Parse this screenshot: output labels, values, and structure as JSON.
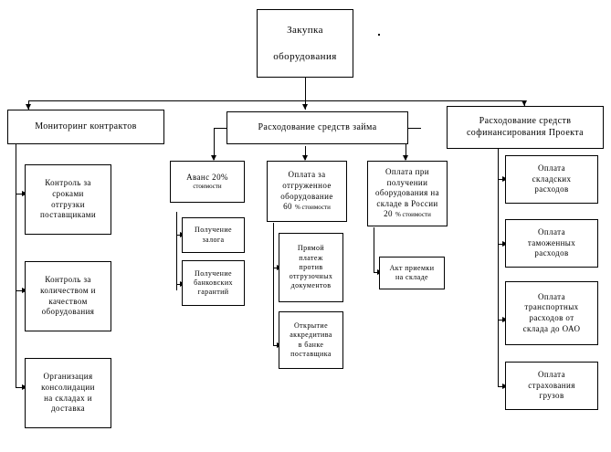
{
  "diagram": {
    "type": "org-flowchart",
    "language": "ru",
    "title_node": {
      "id": "root",
      "lines": [
        "Закупка",
        "оборудования"
      ]
    },
    "level2": [
      {
        "id": "monitoring",
        "lines": [
          "Мониторинг контрактов"
        ]
      },
      {
        "id": "loan-funds",
        "lines": [
          "Расходование средств займа"
        ]
      },
      {
        "id": "cofinancing",
        "lines": [
          "Расходование средств",
          "софинансирования Проекта"
        ]
      }
    ],
    "monitoring_children": [
      {
        "id": "mon-1",
        "lines": [
          "Контроль за",
          "сроками",
          "отгрузки",
          "поставщиками"
        ]
      },
      {
        "id": "mon-2",
        "lines": [
          "Контроль за",
          "количеством и",
          "качеством",
          "оборудования"
        ]
      },
      {
        "id": "mon-3",
        "lines": [
          "Организация",
          "консолидации",
          "на складах и",
          "доставка"
        ]
      }
    ],
    "loan_children": [
      {
        "id": "loan-advance",
        "lines": [
          "Аванс 20%"
        ],
        "sub_line": "стоимости",
        "children": [
          {
            "id": "loan-advance-1",
            "lines": [
              "Получение",
              "залога"
            ]
          },
          {
            "id": "loan-advance-2",
            "lines": [
              "Получение",
              "банковских",
              "гарантий"
            ]
          }
        ]
      },
      {
        "id": "loan-shipped",
        "lines": [
          "Оплата за",
          "отгруженное",
          "оборудование"
        ],
        "percent_line": "60",
        "percent_suffix": "% стоимости",
        "children": [
          {
            "id": "loan-shipped-1",
            "lines": [
              "Прямой",
              "платеж",
              "против",
              "отгрузочных",
              "документов"
            ]
          },
          {
            "id": "loan-shipped-2",
            "lines": [
              "Открытие",
              "аккредитива",
              "в банке",
              "поставщика"
            ]
          }
        ]
      },
      {
        "id": "loan-received",
        "lines": [
          "Оплата при",
          "получении",
          "оборудования на",
          "складе в России"
        ],
        "percent_line": "20",
        "percent_suffix": "% стоимости",
        "children": [
          {
            "id": "loan-received-1",
            "lines": [
              "Акт приемки",
              "на складе"
            ]
          }
        ]
      }
    ],
    "cofinancing_children": [
      {
        "id": "cof-1",
        "lines": [
          "Оплата",
          "складских",
          "расходов"
        ]
      },
      {
        "id": "cof-2",
        "lines": [
          "Оплата",
          "таможенных",
          "расходов"
        ]
      },
      {
        "id": "cof-3",
        "lines": [
          "Оплата",
          "транспортных",
          "расходов от",
          "склада до ОАО"
        ]
      },
      {
        "id": "cof-4",
        "lines": [
          "Оплата",
          "страхования",
          "грузов"
        ]
      }
    ],
    "colors": {
      "stroke": "#000000",
      "fill": "#ffffff",
      "text": "#000000"
    }
  }
}
